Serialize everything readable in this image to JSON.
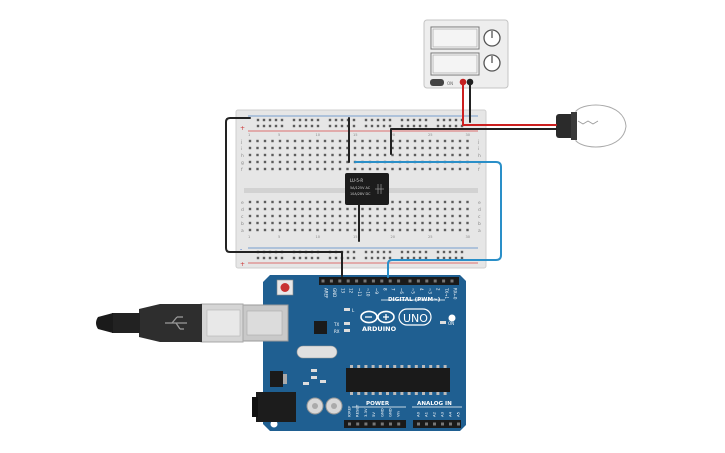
{
  "relay": {
    "line1": "LU-5-R",
    "line2": "5A/125V AC",
    "line3": "10A/28V DC"
  },
  "arduino": {
    "brand": "ARDUINO",
    "model": "UNO",
    "digital_label": "DIGITAL (PWM~)",
    "power_label": "POWER",
    "analog_label": "ANALOG IN",
    "tx": "TX",
    "rx": "RX",
    "on": "ON",
    "l": "L",
    "top_pins": [
      "AREF",
      "GND",
      "13",
      "12",
      "~11",
      "~10",
      "~9",
      "8",
      "7",
      "~6",
      "~5",
      "4",
      "~3",
      "2",
      "TX→1",
      "RX←0"
    ],
    "power_pins": [
      "IOREF",
      "RESET",
      "3.3V",
      "5V",
      "GND",
      "GND",
      "Vin"
    ],
    "analog_pins": [
      "A0",
      "A1",
      "A2",
      "A3",
      "A4",
      "A5"
    ]
  },
  "breadboard": {
    "row_letters_top": [
      "j",
      "i",
      "h",
      "g",
      "f"
    ],
    "row_letters_bottom": [
      "e",
      "d",
      "c",
      "b",
      "a"
    ],
    "rail_plus": "+",
    "rail_minus": "-",
    "column_labels": [
      "1",
      "5",
      "10",
      "15",
      "20",
      "25",
      "30"
    ]
  },
  "power_supply": {
    "on_label": "ON"
  },
  "colors": {
    "wire_black": "#222222",
    "wire_red": "#cc1f1f",
    "wire_blue": "#2a8fc8",
    "arduino_blue": "#1f5f91",
    "breadboard": "#e6e6e6"
  }
}
